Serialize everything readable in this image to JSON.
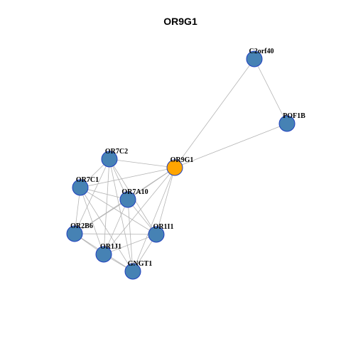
{
  "title": "OR9G1",
  "colors": {
    "node_default": "#4682b4",
    "node_focus": "#ffa500",
    "node_border": "#1f3fbf",
    "edge": "#b4b4b4"
  },
  "nodes": [
    {
      "id": "C2orf40",
      "label": "C2orf40",
      "focus": false
    },
    {
      "id": "POF1B",
      "label": "POF1B",
      "focus": false
    },
    {
      "id": "OR9G1",
      "label": "OR9G1",
      "focus": true
    },
    {
      "id": "OR7C2",
      "label": "OR7C2",
      "focus": false
    },
    {
      "id": "OR7C1",
      "label": "OR7C1",
      "focus": false
    },
    {
      "id": "OR7A10",
      "label": "OR7A10",
      "focus": false
    },
    {
      "id": "OR2B6",
      "label": "OR2B6",
      "focus": false
    },
    {
      "id": "OR1I1",
      "label": "OR1I1",
      "focus": false
    },
    {
      "id": "OR1J1",
      "label": "OR1J1",
      "focus": false
    },
    {
      "id": "GNGT1",
      "label": "GNGT1",
      "focus": false
    }
  ],
  "edges": [
    [
      "C2orf40",
      "POF1B"
    ],
    [
      "C2orf40",
      "OR9G1"
    ],
    [
      "POF1B",
      "OR9G1"
    ],
    [
      "OR9G1",
      "OR7C2"
    ],
    [
      "OR9G1",
      "OR7C1"
    ],
    [
      "OR9G1",
      "OR7A10"
    ],
    [
      "OR9G1",
      "OR2B6"
    ],
    [
      "OR9G1",
      "OR1I1"
    ],
    [
      "OR9G1",
      "OR1J1"
    ],
    [
      "OR9G1",
      "GNGT1"
    ],
    [
      "OR7C2",
      "OR7C1"
    ],
    [
      "OR7C2",
      "OR7A10"
    ],
    [
      "OR7C2",
      "OR2B6"
    ],
    [
      "OR7C2",
      "OR1I1"
    ],
    [
      "OR7C2",
      "OR1J1"
    ],
    [
      "OR7C2",
      "GNGT1"
    ],
    [
      "OR7C1",
      "OR7A10"
    ],
    [
      "OR7C1",
      "OR2B6"
    ],
    [
      "OR7C1",
      "OR1I1"
    ],
    [
      "OR7C1",
      "OR1J1"
    ],
    [
      "OR7C1",
      "GNGT1"
    ],
    [
      "OR7A10",
      "OR2B6"
    ],
    [
      "OR7A10",
      "OR1I1"
    ],
    [
      "OR7A10",
      "OR1J1"
    ],
    [
      "OR7A10",
      "GNGT1"
    ],
    [
      "OR2B6",
      "OR1I1"
    ],
    [
      "OR2B6",
      "OR1J1"
    ],
    [
      "OR2B6",
      "GNGT1"
    ],
    [
      "OR1I1",
      "OR1J1"
    ],
    [
      "OR1I1",
      "GNGT1"
    ],
    [
      "OR1J1",
      "GNGT1"
    ]
  ]
}
